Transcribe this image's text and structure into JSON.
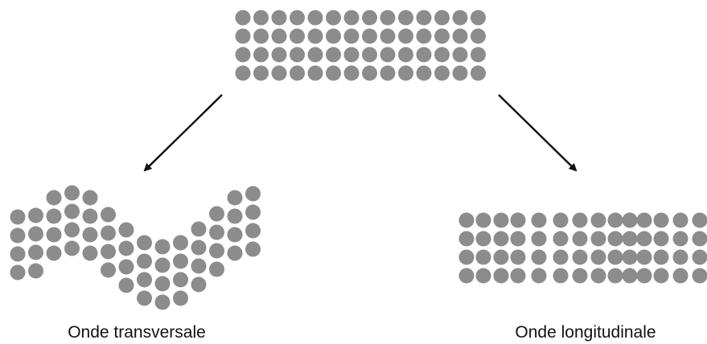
{
  "labels": {
    "transverse": "Onde transversale",
    "longitudinal": "Onde longitudinale"
  },
  "colors": {
    "particle": "#8c8c8c",
    "arrow": "#111111",
    "background": "#ffffff"
  },
  "groups": {
    "rest_rows": 4,
    "rest_columns": 14,
    "transverse_columns": 14,
    "transverse_rows": 4,
    "longitudinal_rows": 4,
    "longitudinal_columns": 14
  }
}
